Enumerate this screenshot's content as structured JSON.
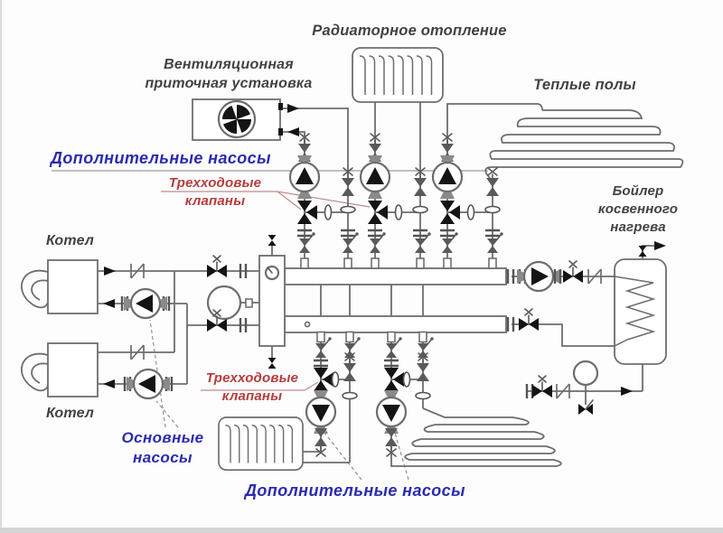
{
  "diagram": {
    "type": "heating-system-piping-schematic",
    "labels": {
      "radiator_heating": "Радиаторное отопление",
      "ventilation_unit": "Вентиляционная приточная установка",
      "warm_floors": "Теплые полы",
      "additional_pumps_top": "Дополнительные насосы",
      "three_way_valves_top": "Трехходовые клапаны",
      "indirect_boiler": "Бойлер косвенного нагрева",
      "boiler_top": "Котел",
      "boiler_bottom": "Котел",
      "main_pumps": "Основные насосы",
      "three_way_valves_bottom": "Трехходовые клапаны",
      "additional_pumps_bottom": "Дополнительные насосы"
    },
    "components": {
      "pump": "circulation-pump",
      "three_way_valve": "three-way-mixing-valve",
      "shutoff_valve": "ball-valve",
      "check_valve": "check-valve",
      "balancing_valve": "balancing-valve",
      "manifold": "distribution-manifold-with-hydraulic-separator",
      "pressure_gauge": "pressure-gauge",
      "expansion_tank": "expansion-tank",
      "fan": "supply-fan",
      "radiator": "radiator",
      "floor_loop": "underfloor-heating-loop",
      "coil": "dhw-heat-exchanger-coil"
    },
    "colors": {
      "background": "#fdfdfd",
      "line": "#6d6d6d",
      "component": "#141414",
      "label_dark": "#424242",
      "label_blue": "#2b2bae",
      "label_red": "#b43c3c",
      "pointer": "#9a9a9a",
      "pointer_red": "#c08c8c",
      "edge_band": "#c6c6c6"
    }
  }
}
